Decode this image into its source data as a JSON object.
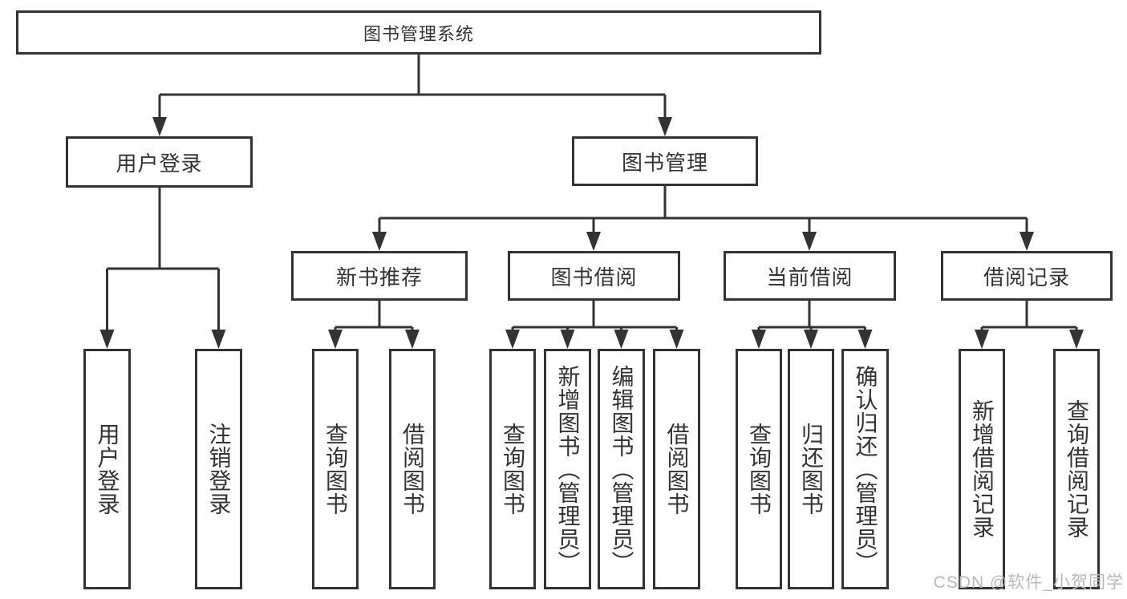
{
  "diagram": {
    "root": "图书管理系统",
    "level2": {
      "user_login": "用户登录",
      "book_mgmt": "图书管理"
    },
    "level3": {
      "new_books": "新书推荐",
      "book_borrow": "图书借阅",
      "current_borrow": "当前借阅",
      "borrow_records": "借阅记录"
    },
    "leaves": {
      "login": "用户登录",
      "logout": "注销登录",
      "nb_query": "查询图书",
      "nb_borrow": "借阅图书",
      "bb_query": "查询图书",
      "bb_add": "新增图书（管理员）",
      "bb_edit": "编辑图书（管理员）",
      "bb_borrow": "借阅图书",
      "cb_query": "查询图书",
      "cb_return": "归还图书",
      "cb_confirm": "确认归还（管理员）",
      "br_add": "新增借阅记录",
      "br_query": "查询借阅记录"
    }
  },
  "watermark": {
    "text": "CSDN @软件_小贺同学"
  },
  "colors": {
    "line": "#333333",
    "text": "#333333",
    "background": "#ffffff",
    "watermark": "#b9b9b9"
  }
}
